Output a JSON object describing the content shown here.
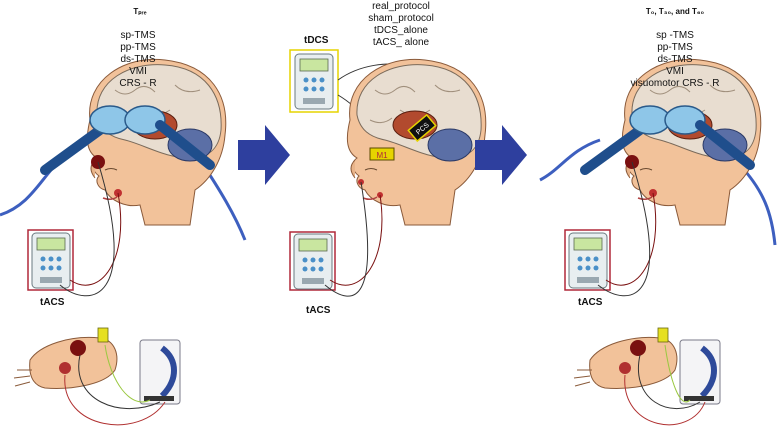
{
  "panels": [
    {
      "title": "Tₚᵣₑ",
      "measures": [
        "sp-TMS",
        "pp-TMS",
        "ds-TMS",
        "VMI",
        "CRS - R"
      ]
    },
    {
      "protocols": [
        "real_protocol",
        "sham_protocol",
        "tDCS_alone",
        "tACS_ alone"
      ],
      "tdcs_label": "tDCS"
    },
    {
      "title": "T₀, T₃₀, and T₆₀",
      "measures": [
        "sp -TMS",
        "pp-TMS",
        "ds-TMS",
        "VMI",
        "visuomotor CRS - R"
      ]
    }
  ],
  "tacs_label": "tACS",
  "electrode_labels": {
    "m1": "M1",
    "pc": "PCS"
  },
  "colors": {
    "arrow": "#2e3f9e",
    "coil": "#8ec6e8",
    "coil_handle": "#1f4e8c",
    "cable": "#3d5fbf",
    "box_outline": "#b0283a",
    "tdcs_outline": "#e6d400",
    "skin": "#f2c29a",
    "brain": "#e8ddd0",
    "motor": "#b24a2e",
    "parietal": "#5b6fa6"
  }
}
